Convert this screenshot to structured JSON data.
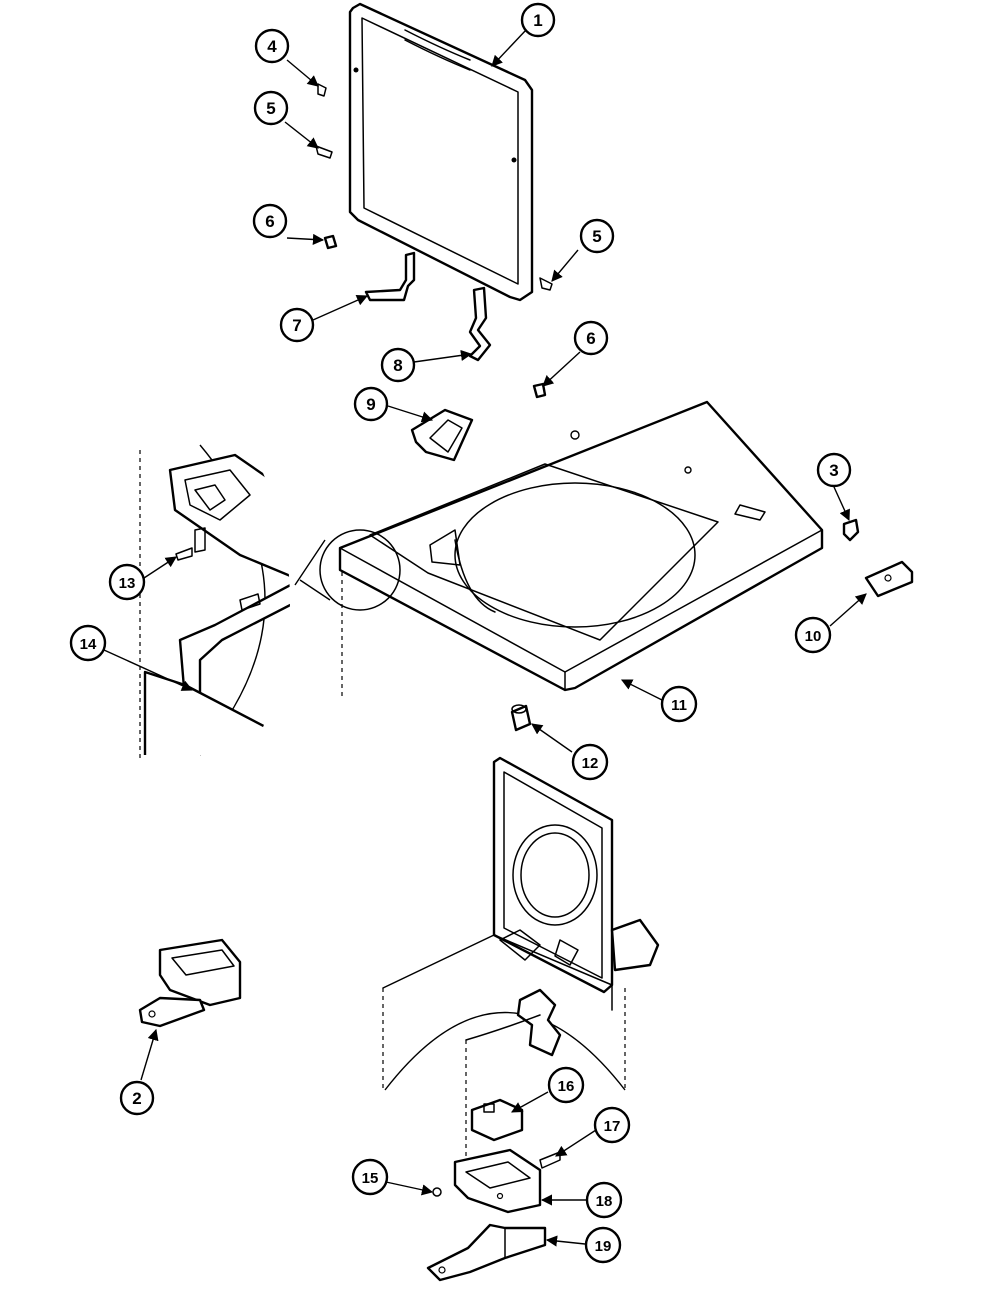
{
  "diagram": {
    "callouts": {
      "c1": "1",
      "c2": "2",
      "c3": "3",
      "c4": "4",
      "c5a": "5",
      "c5b": "5",
      "c6a": "6",
      "c6b": "6",
      "c7": "7",
      "c8": "8",
      "c9": "9",
      "c10": "10",
      "c11": "11",
      "c12": "12",
      "c13": "13",
      "c14": "14",
      "c15": "15",
      "c16": "16",
      "c17": "17",
      "c18": "18",
      "c19": "19"
    }
  }
}
